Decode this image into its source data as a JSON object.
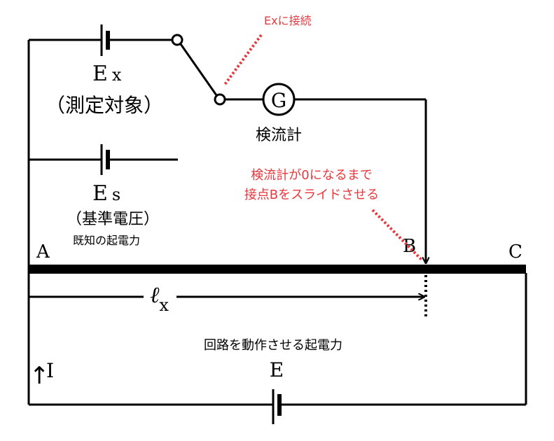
{
  "colors": {
    "wire": "#000000",
    "annotation": "#e8383d"
  },
  "labels": {
    "ex_symbol": "E",
    "ex_sub": "x",
    "ex_desc": "（測定対象）",
    "es_symbol": "E",
    "es_sub": "s",
    "es_desc": "（基準電圧）",
    "es_note": "既知の起電力",
    "galvanometer_symbol": "G",
    "galvanometer_name": "検流計",
    "point_a": "A",
    "point_b": "B",
    "point_c": "C",
    "length_symbol": "ℓ",
    "length_sub": "x",
    "drive_desc": "回路を動作させる起電力",
    "drive_symbol": "E",
    "current_symbol": "I",
    "current_arrow": "↑"
  },
  "annotations": {
    "switch_note": "Exに接続",
    "slide_note_line1": "検流計が0になるまで",
    "slide_note_line2": "接点Bをスライドさせる"
  }
}
